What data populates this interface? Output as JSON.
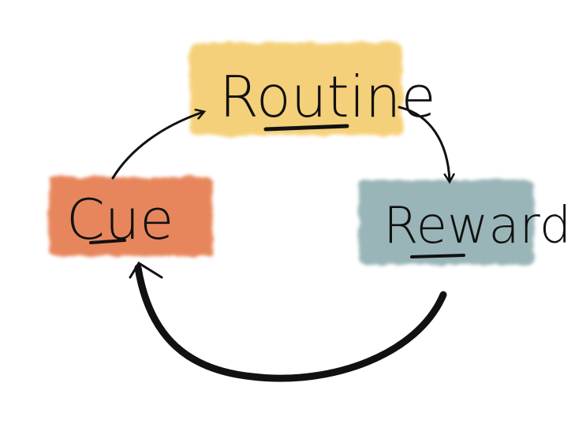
{
  "diagram": {
    "nodes": [
      {
        "id": "routine",
        "label": "Routine",
        "color": "#f4cc6c"
      },
      {
        "id": "cue",
        "label": "Cue",
        "color": "#e57a4c"
      },
      {
        "id": "reward",
        "label": "Reward",
        "color": "#8fadb0"
      }
    ],
    "edges": [
      {
        "from": "cue",
        "to": "routine"
      },
      {
        "from": "routine",
        "to": "reward"
      },
      {
        "from": "reward",
        "to": "cue"
      }
    ]
  }
}
